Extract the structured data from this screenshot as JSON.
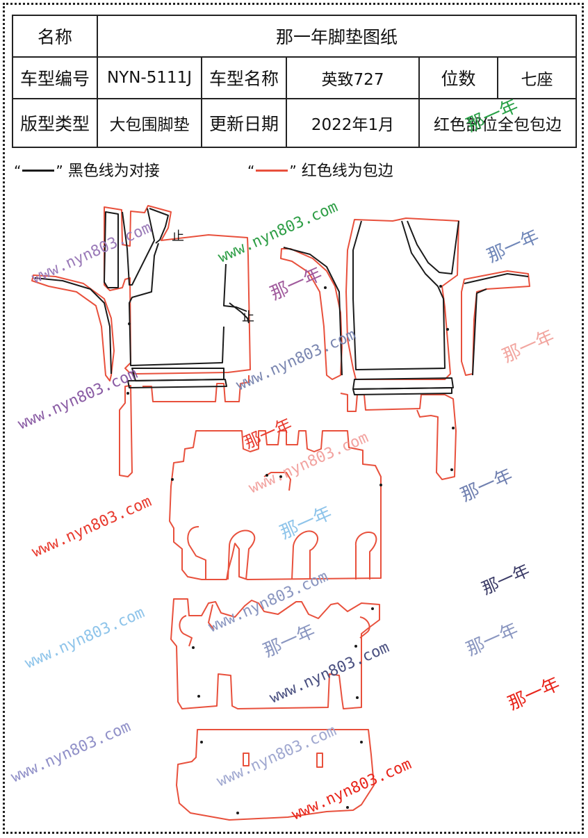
{
  "spec_table": {
    "row1": {
      "name_label": "名称",
      "name_value": "那一年脚垫图纸"
    },
    "row2": {
      "code_label": "车型编号",
      "code_value": "NYN-5111J",
      "model_label": "车型名称",
      "model_value": "英致727",
      "seats_label": "位数",
      "seats_value": "七座"
    },
    "row3": {
      "type_label": "版型类型",
      "type_value": "大包围脚垫",
      "date_label": "更新日期",
      "date_value": "2022年1月",
      "edge_value": "红色部位全包包边"
    }
  },
  "legend": {
    "open_quote": "“",
    "close_quote": "”",
    "black_text": "黑色线为对接",
    "red_text": "红色线为包边"
  },
  "colors": {
    "join_line": "#1a1a1a",
    "edge_line": "#e8503c",
    "table_border": "#222222"
  },
  "watermarks": {
    "url": "www.nyn803.com",
    "brand": "那一年"
  },
  "marks": {
    "join": "止"
  }
}
